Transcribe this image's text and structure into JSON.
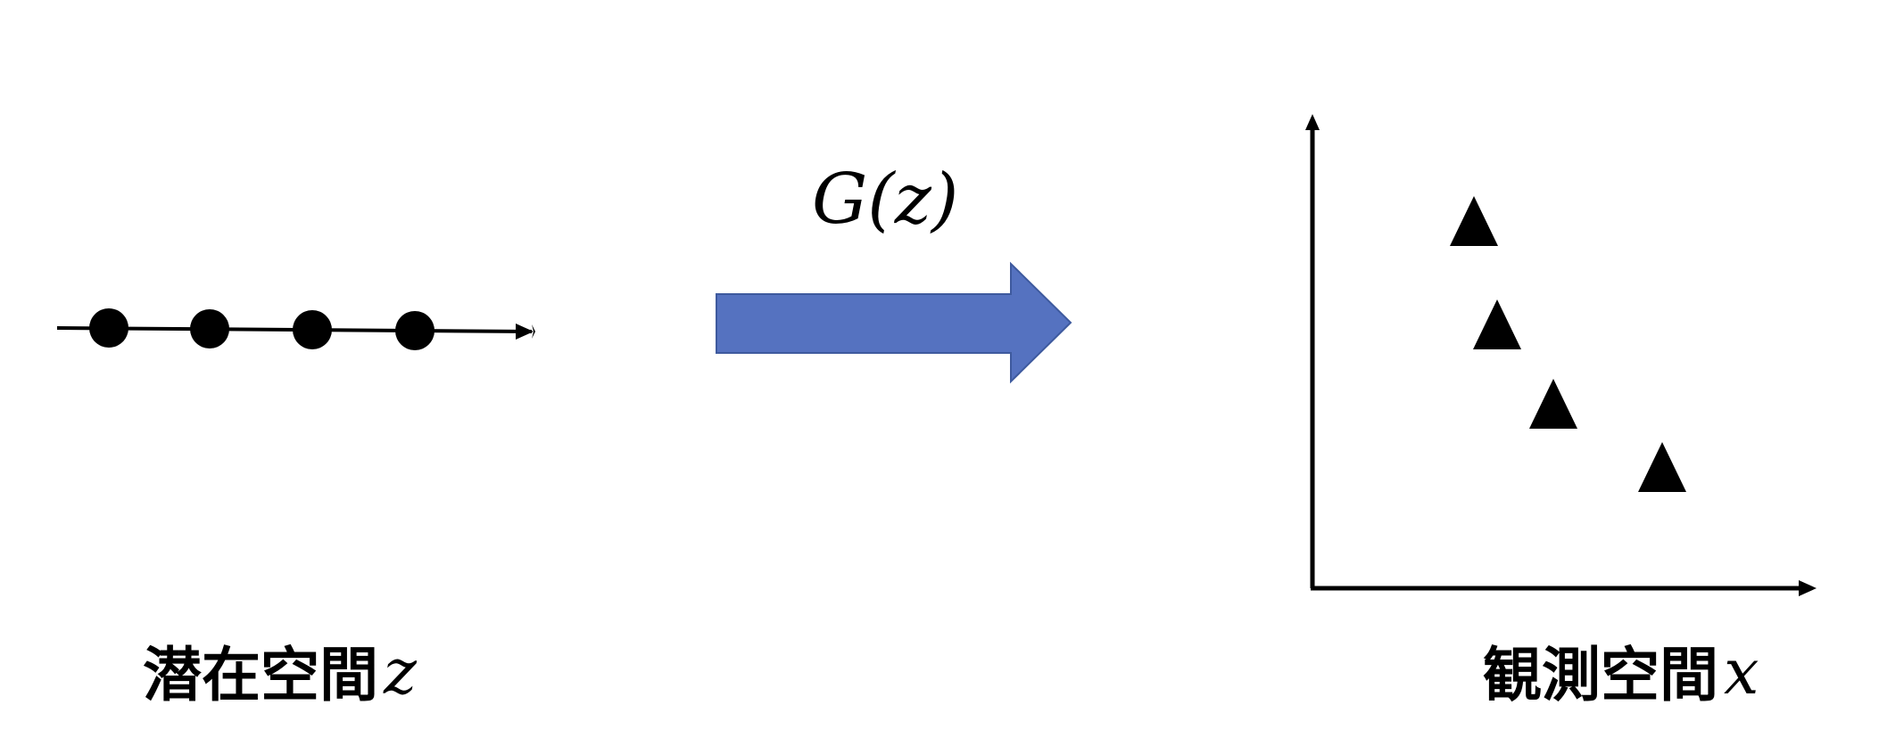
{
  "function_label": "G(z)",
  "latent_space": {
    "label": "潜在空間",
    "variable": "z",
    "point_count": 4
  },
  "observation_space": {
    "label": "観測空間",
    "variable": "x",
    "point_count": 4
  },
  "colors": {
    "arrow_fill": "#5572C0",
    "arrow_stroke": "#3E5A9E",
    "ink": "#000000",
    "background": "#FFFFFF"
  }
}
